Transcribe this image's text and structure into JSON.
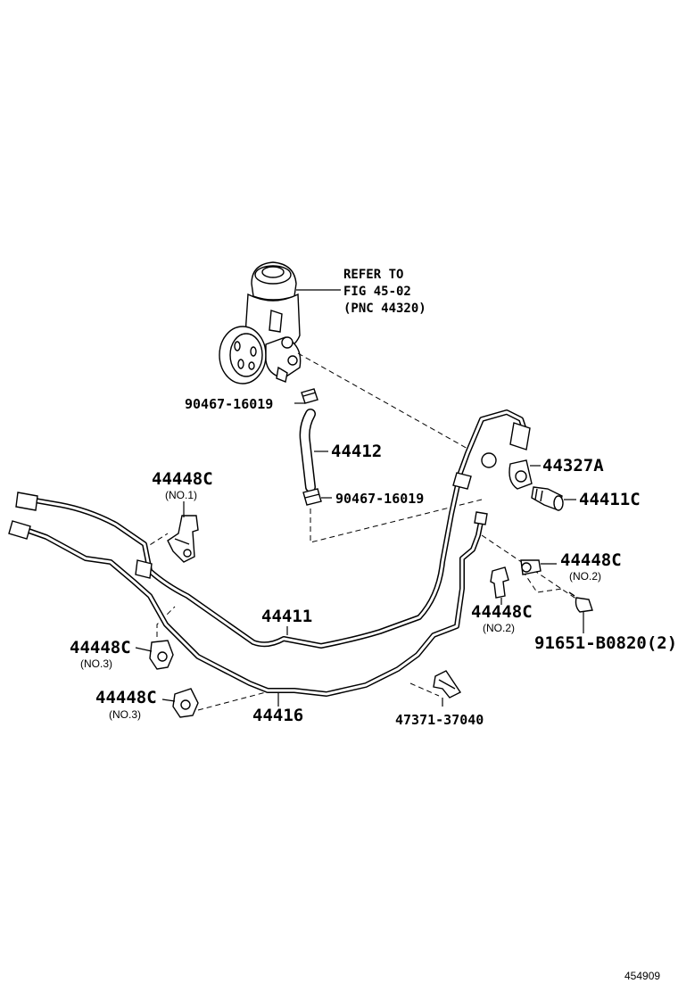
{
  "labels": {
    "refer_line1": "REFER TO",
    "refer_line2": "FIG 45-02",
    "refer_line3": "(PNC 44320)",
    "gasket_upper": "90467-16019",
    "hose_44412": "44412",
    "gasket_lower": "90467-16019",
    "clamp_44327a": "44327A",
    "bolt_44411c": "44411C",
    "clamp_no1": "44448C",
    "clamp_no1_sub": "(NO.1)",
    "clamp_no2_right": "44448C",
    "clamp_no2_right_sub": "(NO.2)",
    "clamp_no2_mid": "44448C",
    "clamp_no2_mid_sub": "(NO.2)",
    "bolt_91651": "91651-B0820(2)",
    "pipe_44411": "44411",
    "clamp_no3_upper": "44448C",
    "clamp_no3_upper_sub": "(NO.3)",
    "clamp_no3_lower": "44448C",
    "clamp_no3_lower_sub": "(NO.3)",
    "tube_44416": "44416",
    "clip_47371": "47371-37040"
  },
  "diagram_id": "454909"
}
